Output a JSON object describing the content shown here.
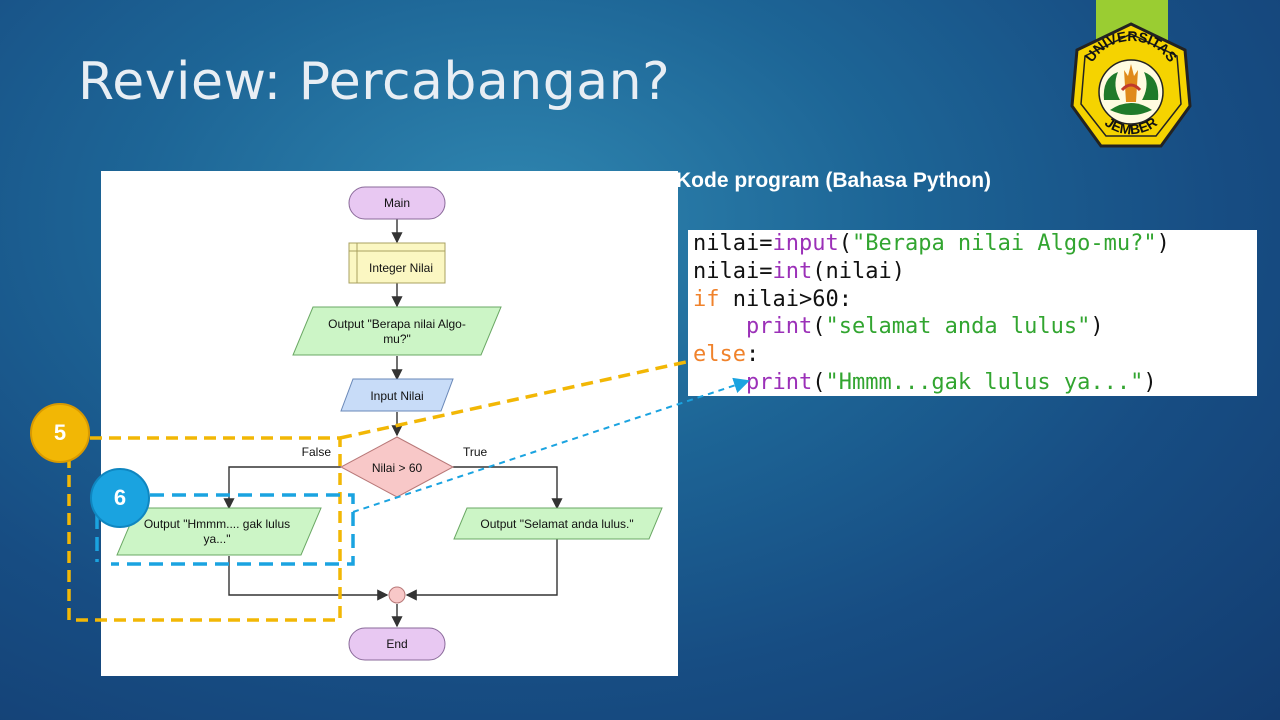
{
  "slide": {
    "title": "Review: Percabangan?",
    "logo_text_top": "UNIVERSITAS",
    "logo_text_bottom": "JEMBER",
    "code_heading": "Kode program (Bahasa Python)"
  },
  "flowchart": {
    "main": "Main",
    "declare": "Integer Nilai",
    "output_prompt_line1": "Output \"Berapa nilai Algo-",
    "output_prompt_line2": "mu?\"",
    "input": "Input Nilai",
    "decision": "Nilai > 60",
    "false_label": "False",
    "true_label": "True",
    "output_false_line1": "Output \"Hmmm.... gak lulus",
    "output_false_line2": "ya...\"",
    "output_true": "Output \"Selamat anda lulus.\"",
    "end": "End"
  },
  "code": {
    "line1": {
      "var": "nilai=",
      "fn": "input",
      "open": "(",
      "str": "\"Berapa nilai Algo-mu?\"",
      "close": ")"
    },
    "line2": {
      "var": "nilai=",
      "fn": "int",
      "rest": "(nilai)"
    },
    "line3": {
      "kw": "if",
      "rest": " nilai>60:"
    },
    "line4": {
      "indent": "    ",
      "fn": "print",
      "open": "(",
      "str": "\"selamat anda lulus\"",
      "close": ")"
    },
    "line5": {
      "kw": "else",
      "rest": ":"
    },
    "line6": {
      "indent": "    ",
      "fn": "print",
      "open": "(",
      "str": "\"Hmmm...gak lulus ya...\"",
      "close": ")"
    }
  },
  "badges": {
    "first": "5",
    "second": "6"
  },
  "colors": {
    "annotation_yellow": "#f2b705",
    "annotation_blue": "#1aa3e0",
    "keyword": "#f0822b",
    "builtin": "#9b30b8",
    "string": "#32a530"
  }
}
